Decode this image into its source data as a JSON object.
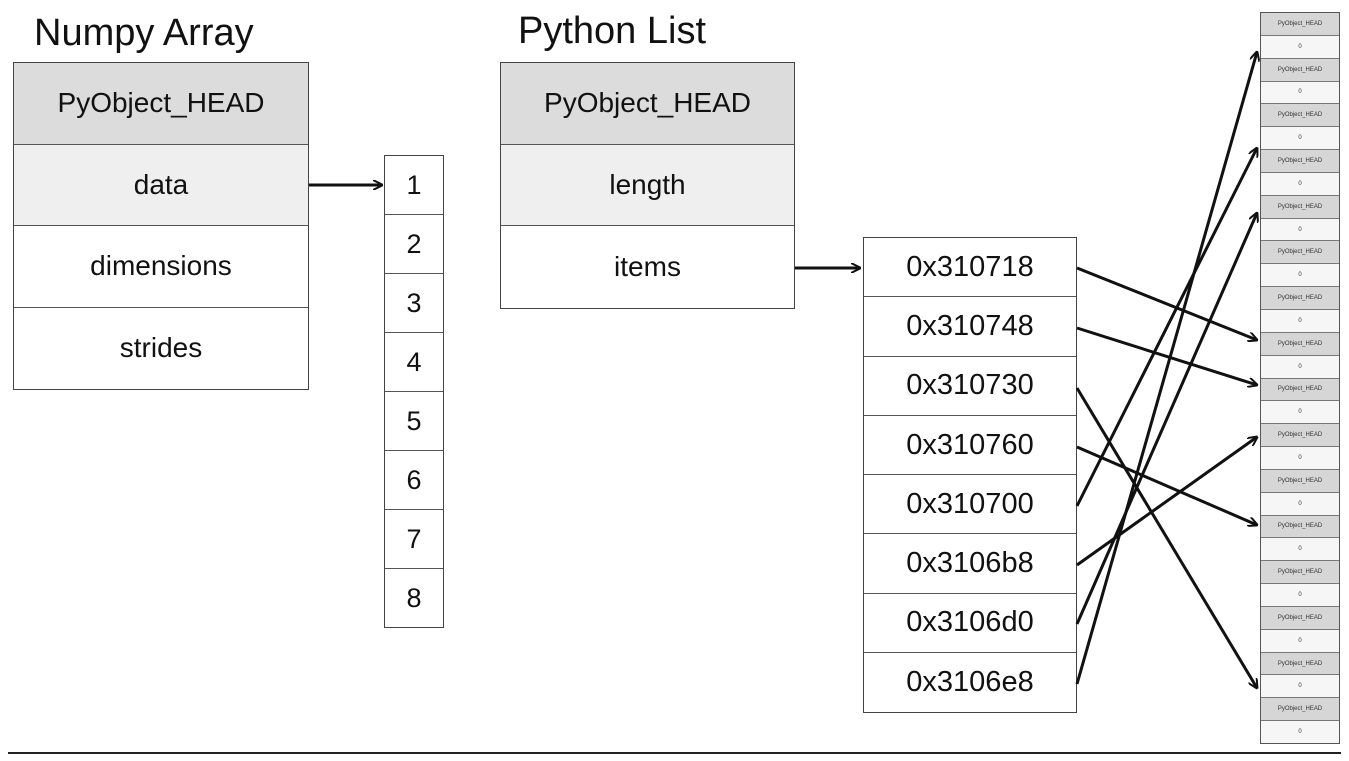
{
  "numpy_title": "Numpy Array",
  "numpy_fields": [
    "PyObject_HEAD",
    "data",
    "dimensions",
    "strides"
  ],
  "data_values": [
    "1",
    "2",
    "3",
    "4",
    "5",
    "6",
    "7",
    "8"
  ],
  "list_title": "Python List",
  "list_fields": [
    "PyObject_HEAD",
    "length",
    "items"
  ],
  "pointers": [
    "0x310718",
    "0x310748",
    "0x310730",
    "0x310760",
    "0x310700",
    "0x3106b8",
    "0x3106d0",
    "0x3106e8"
  ],
  "memory_slot_labels": {
    "head": "PyObject_HEAD",
    "value": "0"
  },
  "colors": {
    "head_fill": "#dcdcdc",
    "data_fill": "#efefef",
    "line": "#111111"
  }
}
